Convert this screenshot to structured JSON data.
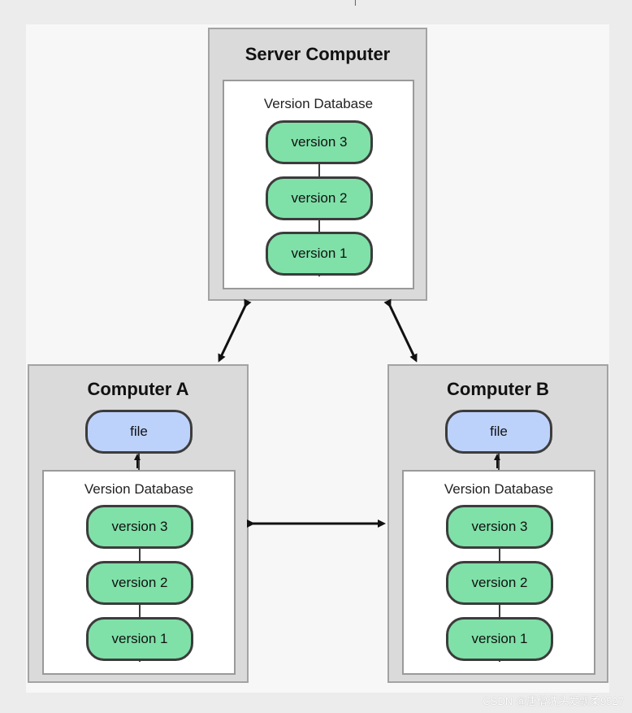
{
  "server": {
    "title": "Server Computer",
    "db_label": "Version Database",
    "versions": [
      "version 3",
      "version 2",
      "version 1"
    ]
  },
  "computer_a": {
    "title": "Computer A",
    "file_label": "file",
    "db_label": "Version Database",
    "versions": [
      "version 3",
      "version 2",
      "version 1"
    ]
  },
  "computer_b": {
    "title": "Computer B",
    "file_label": "file",
    "db_label": "Version Database",
    "versions": [
      "version 3",
      "version 2",
      "version 1"
    ]
  },
  "colors": {
    "version_fill": "#7fe1a8",
    "file_fill": "#bdd2fb",
    "box_fill": "#dadada",
    "outline": "#3c3c3c"
  },
  "watermark": "CSDN @唐僧洗头爱飘柔9527"
}
